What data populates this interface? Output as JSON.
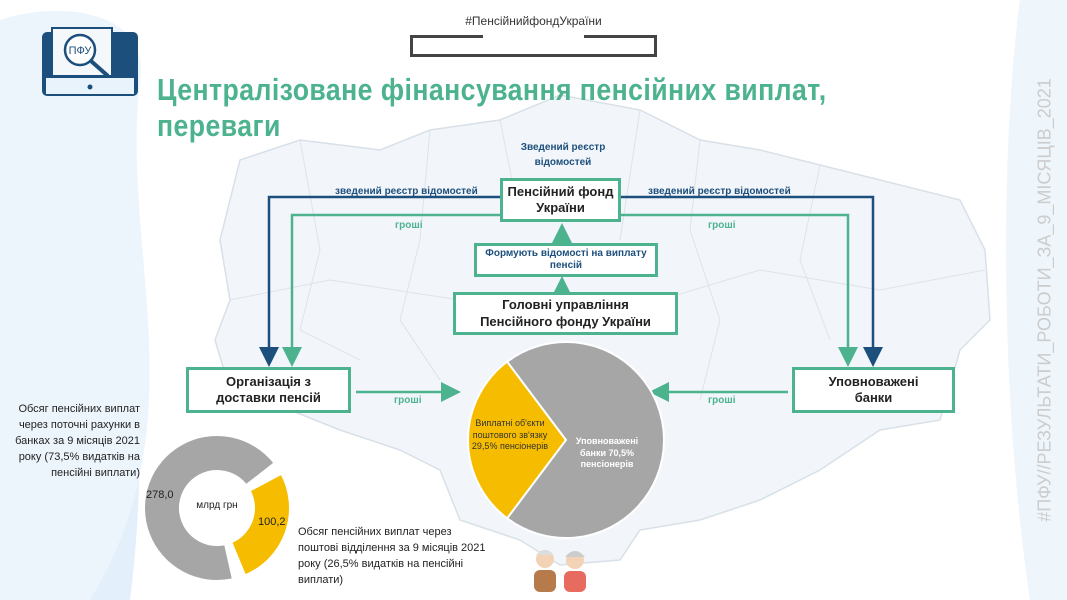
{
  "header": {
    "hashtag": "#ПенсійнийфондУкраїни",
    "title": "Централізоване фінансування пенсійних виплат, переваги",
    "logo_text": "ПФУ"
  },
  "side_text": "#ПФУ//РЕЗУЛЬТАТИ_РОБОТИ_ЗА_9_МІСЯЦІВ_2021",
  "diagram": {
    "top_label": "Зведений реєстр відомостей",
    "pfu": "Пенсійний фонд України",
    "formuiut": "Формують відомості на виплату пенсій",
    "holovni": "Головні управління Пенсійного фонду України",
    "org": "Організація з доставки пенсій",
    "banks": "Уповноважені банки",
    "reg_left": "зведений реєстр відомостей",
    "reg_right": "зведений реєстр відомостей",
    "money": "гроші"
  },
  "chart_data": [
    {
      "type": "pie",
      "slices": [
        {
          "label": "Виплатні об'єкти поштового зв'язку 29,5% пенсіонерів",
          "value": 29.5,
          "color": "#f6bd00"
        },
        {
          "label": "Уповноважені банки 70,5% пенсіонерів",
          "value": 70.5,
          "color": "#a6a6a6"
        }
      ]
    },
    {
      "type": "pie",
      "center_label": "млрд грн",
      "slices": [
        {
          "label": "278,0",
          "value": 278.0,
          "color": "#a6a6a6"
        },
        {
          "label": "100,2",
          "value": 100.2,
          "color": "#f6bd00"
        }
      ]
    }
  ],
  "notes": {
    "banks": "Обсяг пенсійних виплат через поточні рахунки в банках за 9 місяців 2021 року (73,5% видатків на пенсійні виплати)",
    "post": "Обсяг пенсійних виплат через поштові відділення за 9 місяців 2021 року (26,5% видатків  на пенсійні виплати)"
  }
}
